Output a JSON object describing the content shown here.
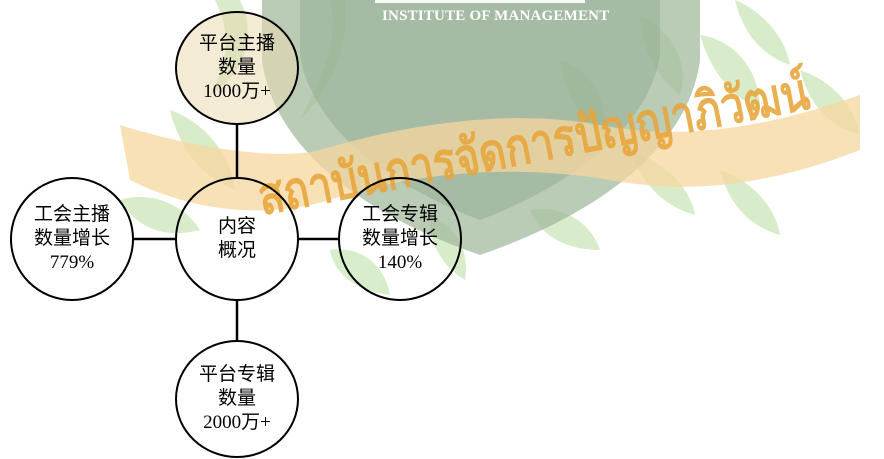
{
  "watermark": {
    "institute_text": "INSTITUTE OF MANAGEMENT",
    "thai_text": "สถาบันการจัดการปัญญาภิวัฒน์",
    "thai_color": "#e7a53a",
    "shield_color": "#9fb59a",
    "ribbon_color": "#f3cf95",
    "leaf_color": "#cfe6bd"
  },
  "diagram": {
    "center": {
      "lines": [
        "内容",
        "概况"
      ]
    },
    "top": {
      "lines": [
        "平台主播",
        "数量",
        "1000万+"
      ]
    },
    "left": {
      "lines": [
        "工会主播",
        "数量增长",
        "779%"
      ]
    },
    "right": {
      "lines": [
        "工会专辑",
        "数量增长",
        "140%"
      ]
    },
    "bottom": {
      "lines": [
        "平台专辑",
        "数量",
        "2000万+"
      ]
    }
  }
}
